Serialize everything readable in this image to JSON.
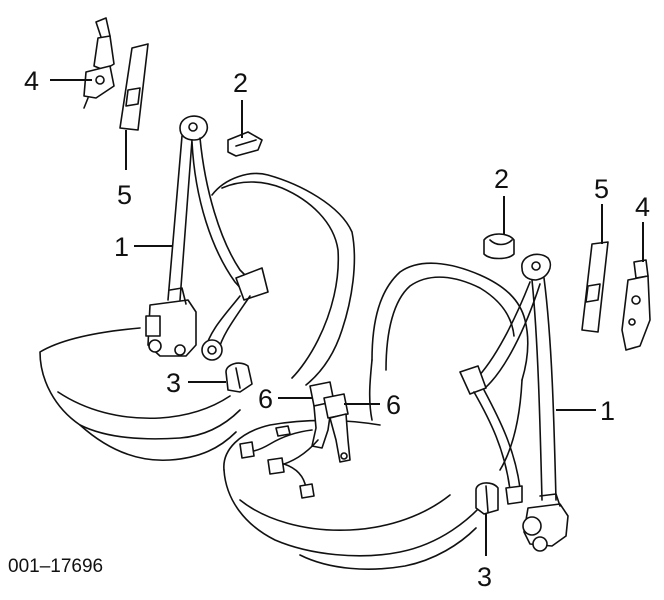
{
  "diagram_code": "001–17696",
  "callouts": {
    "left_belt_assembly": "1",
    "left_cover": "2",
    "left_guide_cover": "3",
    "left_adjuster": "4",
    "left_trim_strip": "5",
    "left_buckle": "6",
    "right_buckle": "6",
    "right_belt_assembly": "1",
    "right_cover": "2",
    "right_guide_cover": "3",
    "right_adjuster": "4",
    "right_trim_strip": "5"
  }
}
